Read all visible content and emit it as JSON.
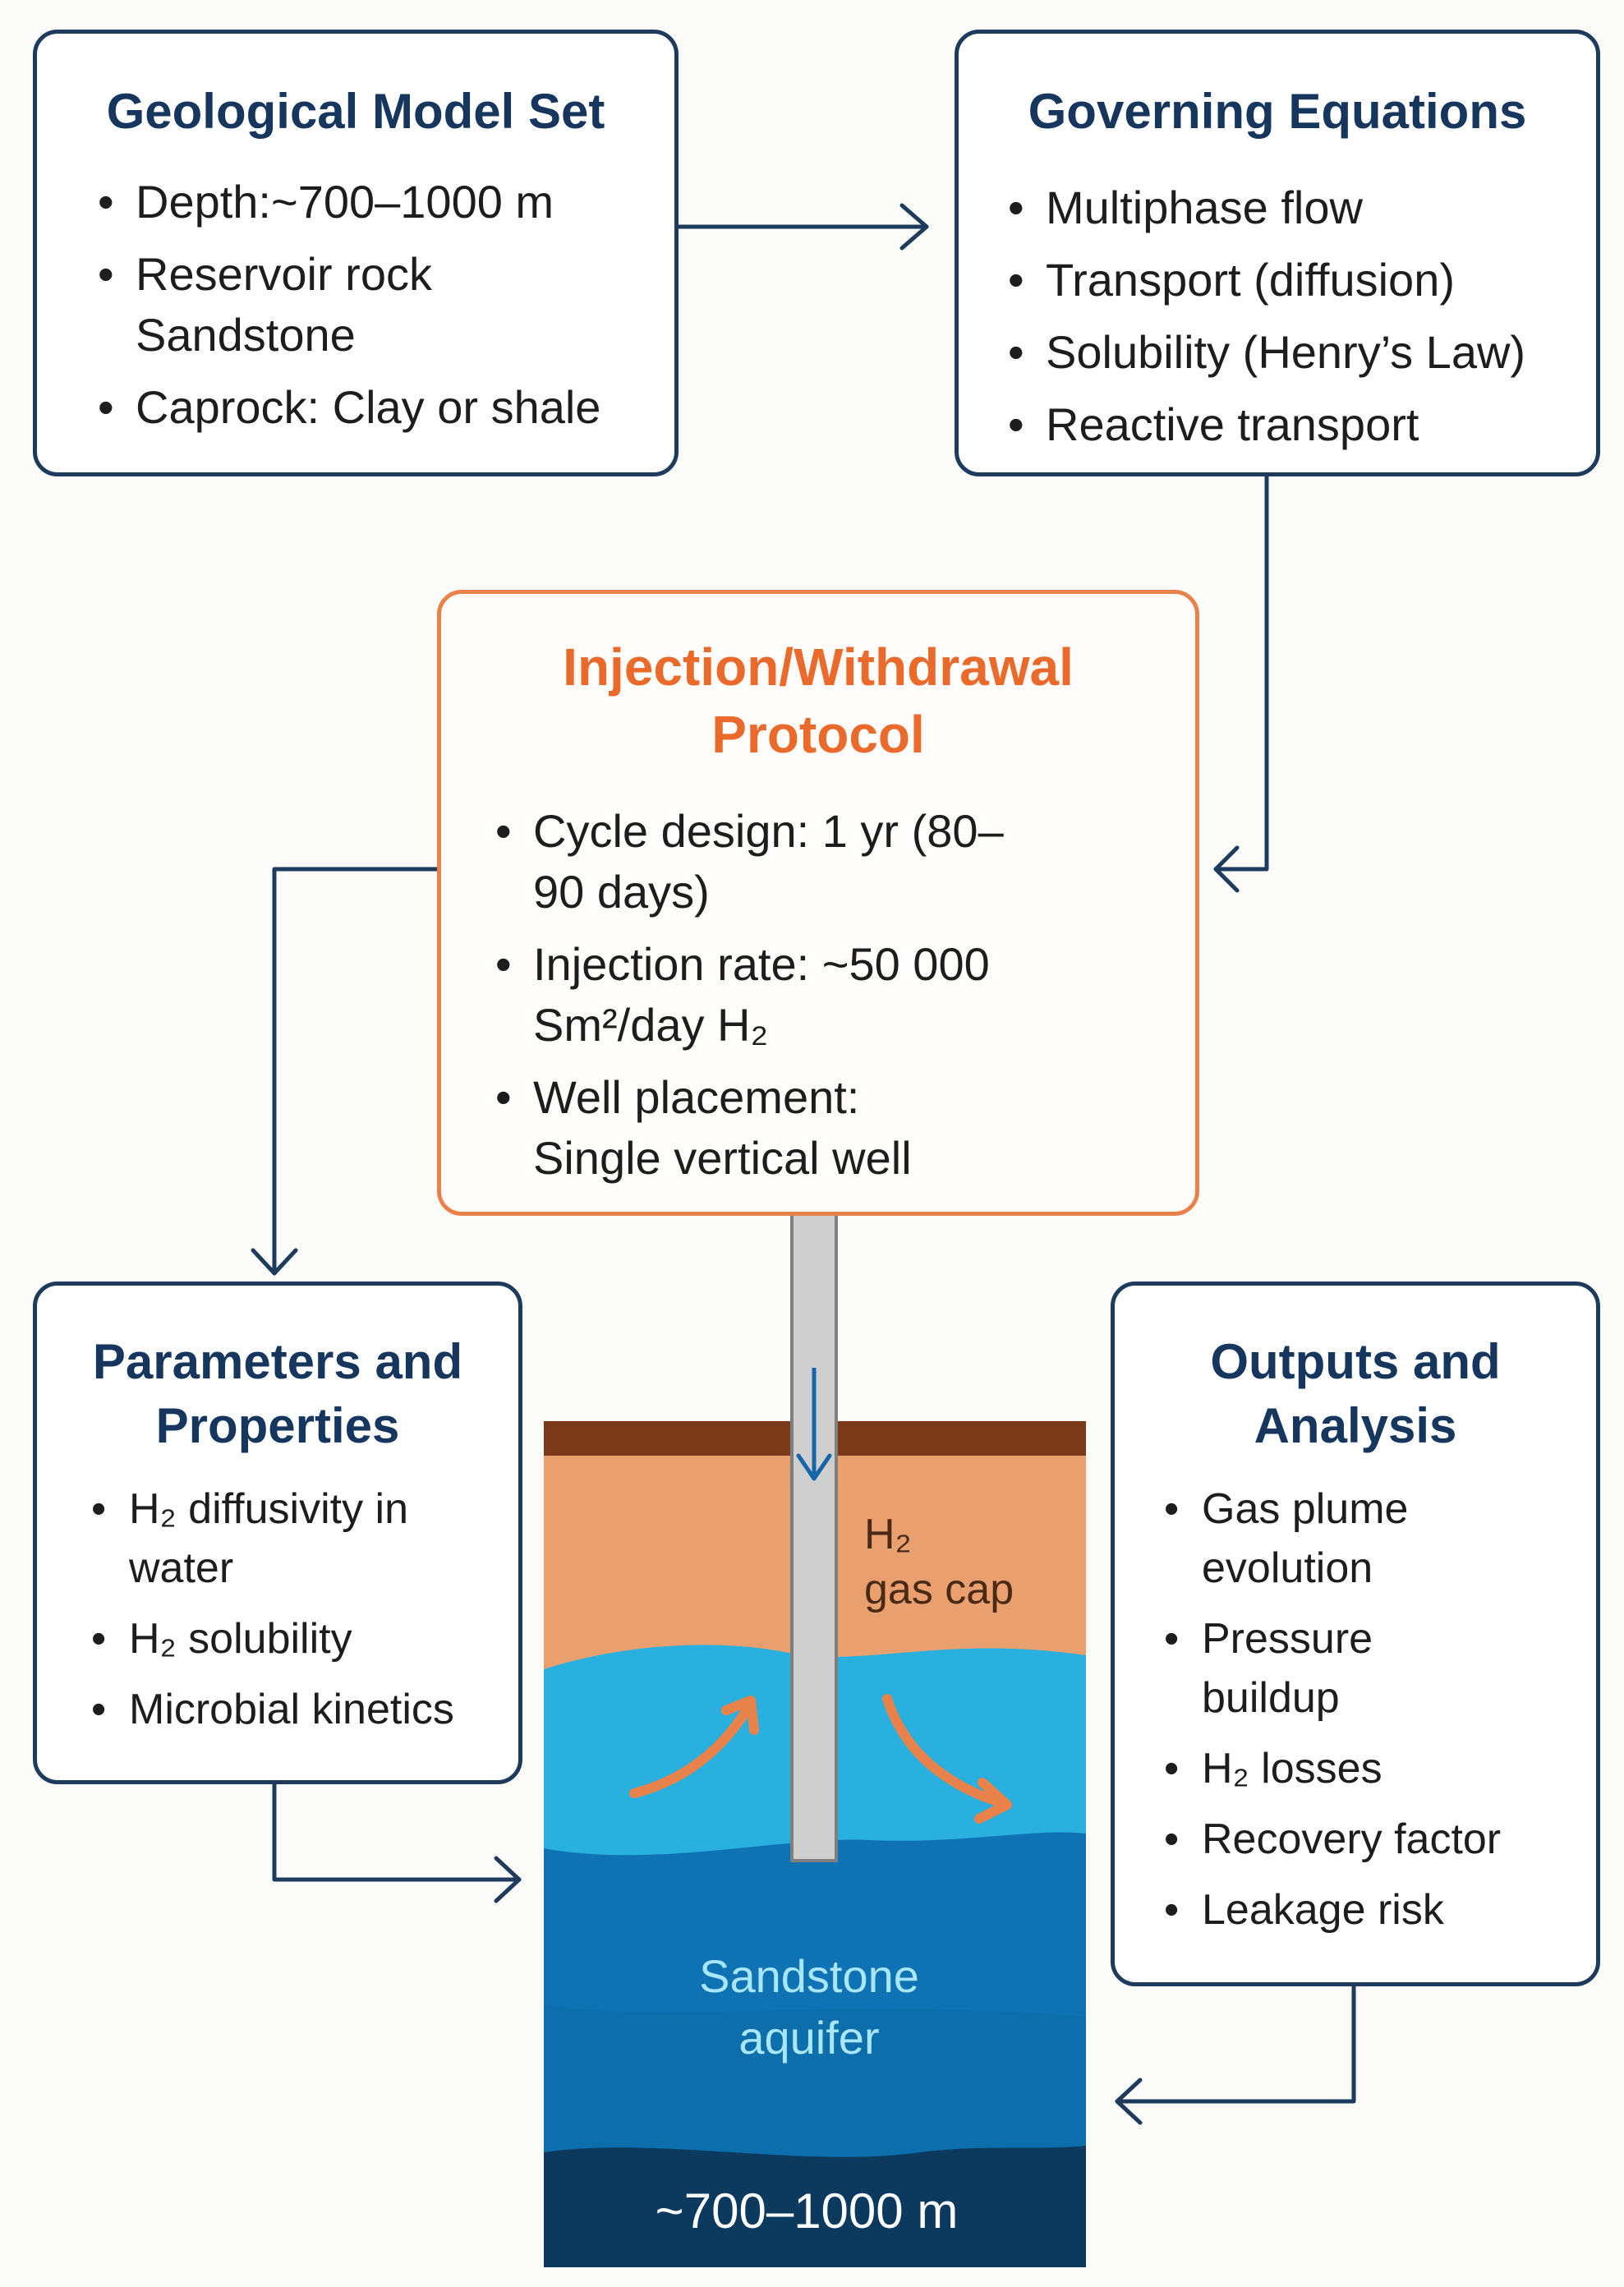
{
  "boxes": {
    "geological": {
      "title": "Geological Model Set",
      "items": [
        "Depth:~700–1000 m",
        "Reservoir rock Sandstone",
        "Caprock: Clay or shale"
      ]
    },
    "governing": {
      "title": "Governing Equations",
      "items": [
        "Multiphase flow",
        "Transport (diffusion)",
        "Solubility (Henry’s Law)",
        "Reactive transport"
      ]
    },
    "injection": {
      "title_line1": "Injection/Withdrawal",
      "title_line2": "Protocol",
      "items": [
        "Cycle design: 1 yr (80– 90 days)",
        "Injection rate: ~50 000 Sm²/day H₂",
        "Well placement: Single vertical well"
      ]
    },
    "parameters": {
      "title_line1": "Parameters and",
      "title_line2": "Properties",
      "items": [
        "H₂ diffusivity in water",
        "H₂ solubility",
        "Microbial kinetics"
      ]
    },
    "outputs": {
      "title_line1": "Outputs and",
      "title_line2": "Analysis",
      "items": [
        "Gas plume evolution",
        "Pressure buildup",
        "H₂ losses",
        "Recovery factor",
        "Leakage risk"
      ]
    }
  },
  "reservoir": {
    "gas_cap_line1": "H₂",
    "gas_cap_line2": "gas cap",
    "aquifer_line1": "Sandstone",
    "aquifer_line2": "aquifer",
    "depth": "~700–1000 m"
  },
  "colors": {
    "navy": "#1e3a5c",
    "orange_accent": "#ea6a2c",
    "caprock": "#7a3a1a",
    "gas_cap": "#e9a06e",
    "water_light": "#2ab0de",
    "water_mid": "#0f73b3",
    "water_deep": "#0b5c92",
    "water_bottom": "#0c3a5e"
  }
}
